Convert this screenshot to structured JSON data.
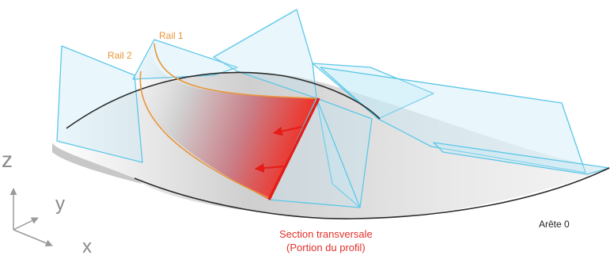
{
  "labels": {
    "rail1": "Rail 1",
    "rail2": "Rail 2",
    "arete": "Arête 0",
    "section_line1": "Section transversale",
    "section_line2": "(Portion du profil)"
  },
  "axes": {
    "z": "z",
    "y": "y",
    "x": "x"
  },
  "colors": {
    "rail": "#e8963a",
    "section": "#e51c18",
    "panel_stroke": "#5cc7e8",
    "panel_fill": "#bfe9f7",
    "edge": "#2a2a2a",
    "surface": "#d9d9d9",
    "axis": "#9a9a9a"
  }
}
